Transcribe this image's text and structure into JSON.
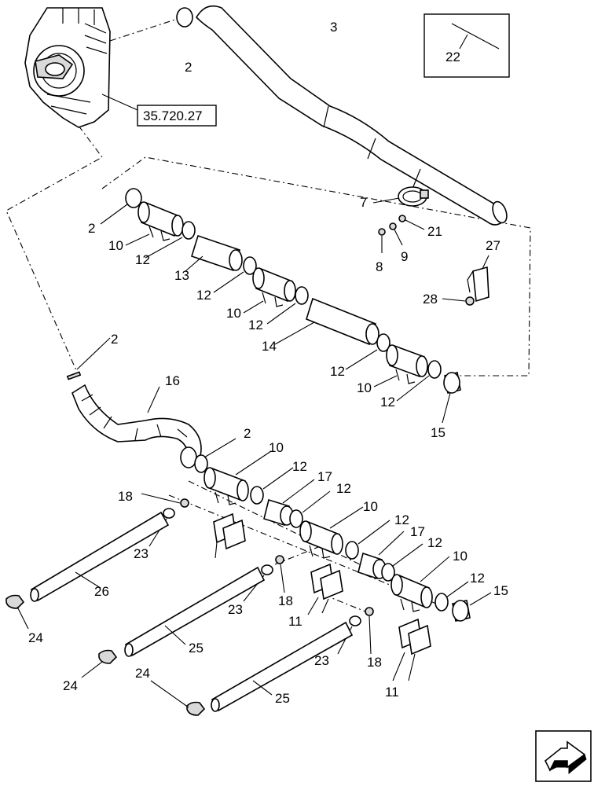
{
  "reference_label": "35.720.27",
  "callouts": {
    "c2a": "2",
    "c3": "3",
    "c22": "22",
    "c7": "7",
    "c21": "21",
    "c8": "8",
    "c9": "9",
    "c27": "27",
    "c28": "28",
    "c2b": "2",
    "c10a": "10",
    "c12a": "12",
    "c13": "13",
    "c12b": "12",
    "c10b": "10",
    "c12c": "12",
    "c14": "14",
    "c12d": "12",
    "c10c": "10",
    "c12e": "12",
    "c15a": "15",
    "c2c": "2",
    "c16": "16",
    "c2d": "2",
    "c10d": "10",
    "c12f": "12",
    "c17a": "17",
    "c18a": "18",
    "c12g": "12",
    "c23a": "23",
    "c10e": "10",
    "c12h": "12",
    "c17b": "17",
    "c26": "26",
    "c12i": "12",
    "c10f": "10",
    "c24a": "24",
    "c23b": "23",
    "c18b": "18",
    "c12j": "12",
    "c15b": "15",
    "c11a": "11",
    "c25a": "25",
    "c24b": "24",
    "c23c": "23",
    "c18c": "18",
    "c24c": "24",
    "c25b": "25",
    "c11b": "11"
  },
  "icons": {
    "nav": "navigate-arrow-icon"
  }
}
